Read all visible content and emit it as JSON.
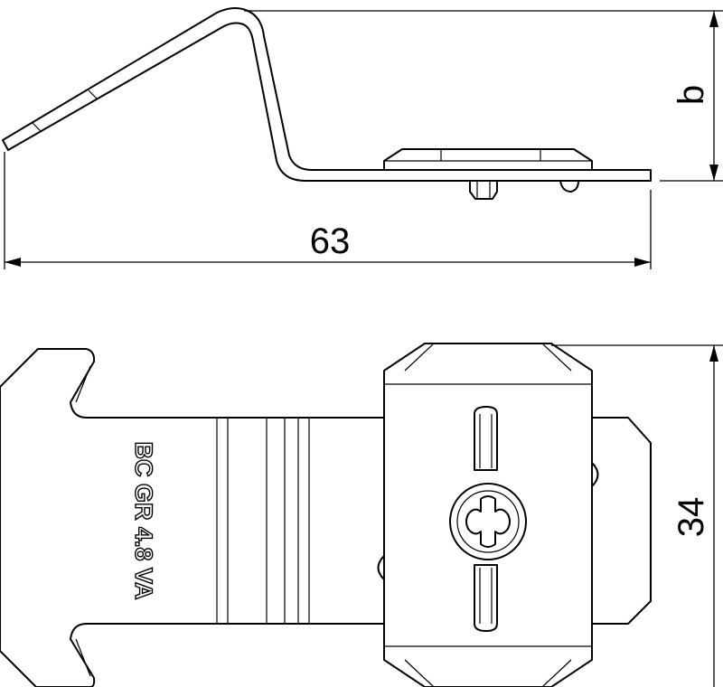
{
  "drawing": {
    "side_view": {
      "height_label": "b",
      "length_label": "63"
    },
    "top_view": {
      "width_label": "34",
      "engraving": "BC GR 4.8 VA"
    }
  }
}
